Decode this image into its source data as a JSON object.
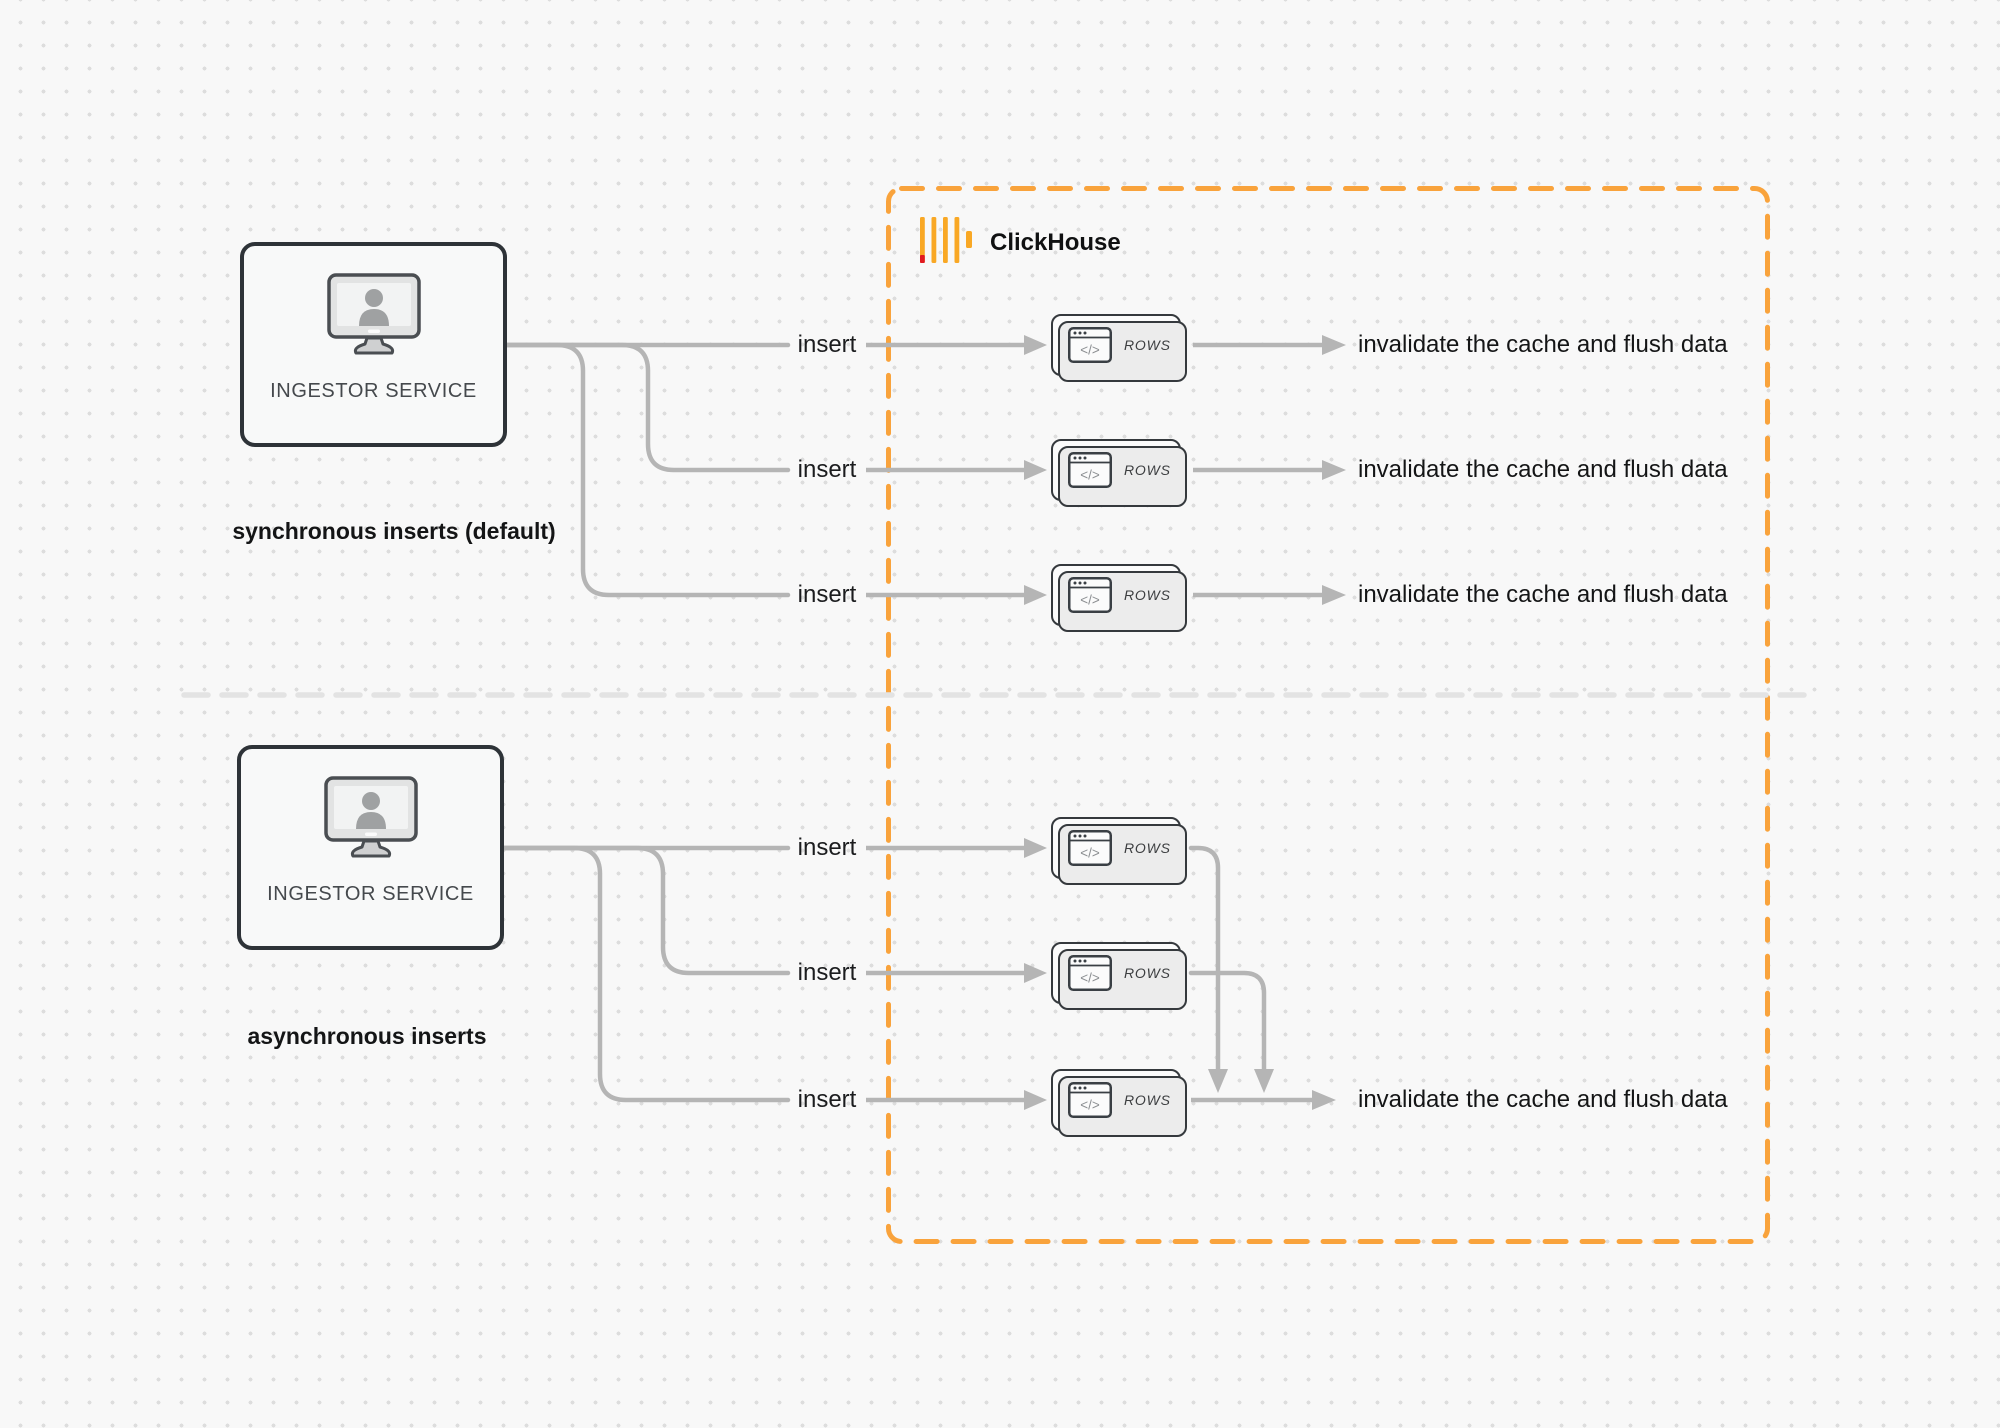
{
  "colors": {
    "background": "#f8f8f8",
    "dot_grid": "#dddddd",
    "connector_gray": "#b5b5b5",
    "divider_gray": "#e3e3e3",
    "accent_orange": "#F9A33C",
    "logo_orange": "#F9A825",
    "logo_red": "#E11A21",
    "box_border_dark": "#2e3338"
  },
  "clickhouse": {
    "name": "ClickHouse"
  },
  "ingestor": {
    "label": "INGESTOR SERVICE"
  },
  "sync": {
    "caption": "synchronous inserts (default)",
    "rows": [
      {
        "insert": "insert",
        "card": "ROWS",
        "result": "invalidate the cache and flush data"
      },
      {
        "insert": "insert",
        "card": "ROWS",
        "result": "invalidate the cache and flush data"
      },
      {
        "insert": "insert",
        "card": "ROWS",
        "result": "invalidate the cache and flush data"
      }
    ]
  },
  "async": {
    "caption": "asynchronous inserts",
    "rows": [
      {
        "insert": "insert",
        "card": "ROWS"
      },
      {
        "insert": "insert",
        "card": "ROWS"
      },
      {
        "insert": "insert",
        "card": "ROWS",
        "result": "invalidate the cache and flush data"
      }
    ]
  }
}
